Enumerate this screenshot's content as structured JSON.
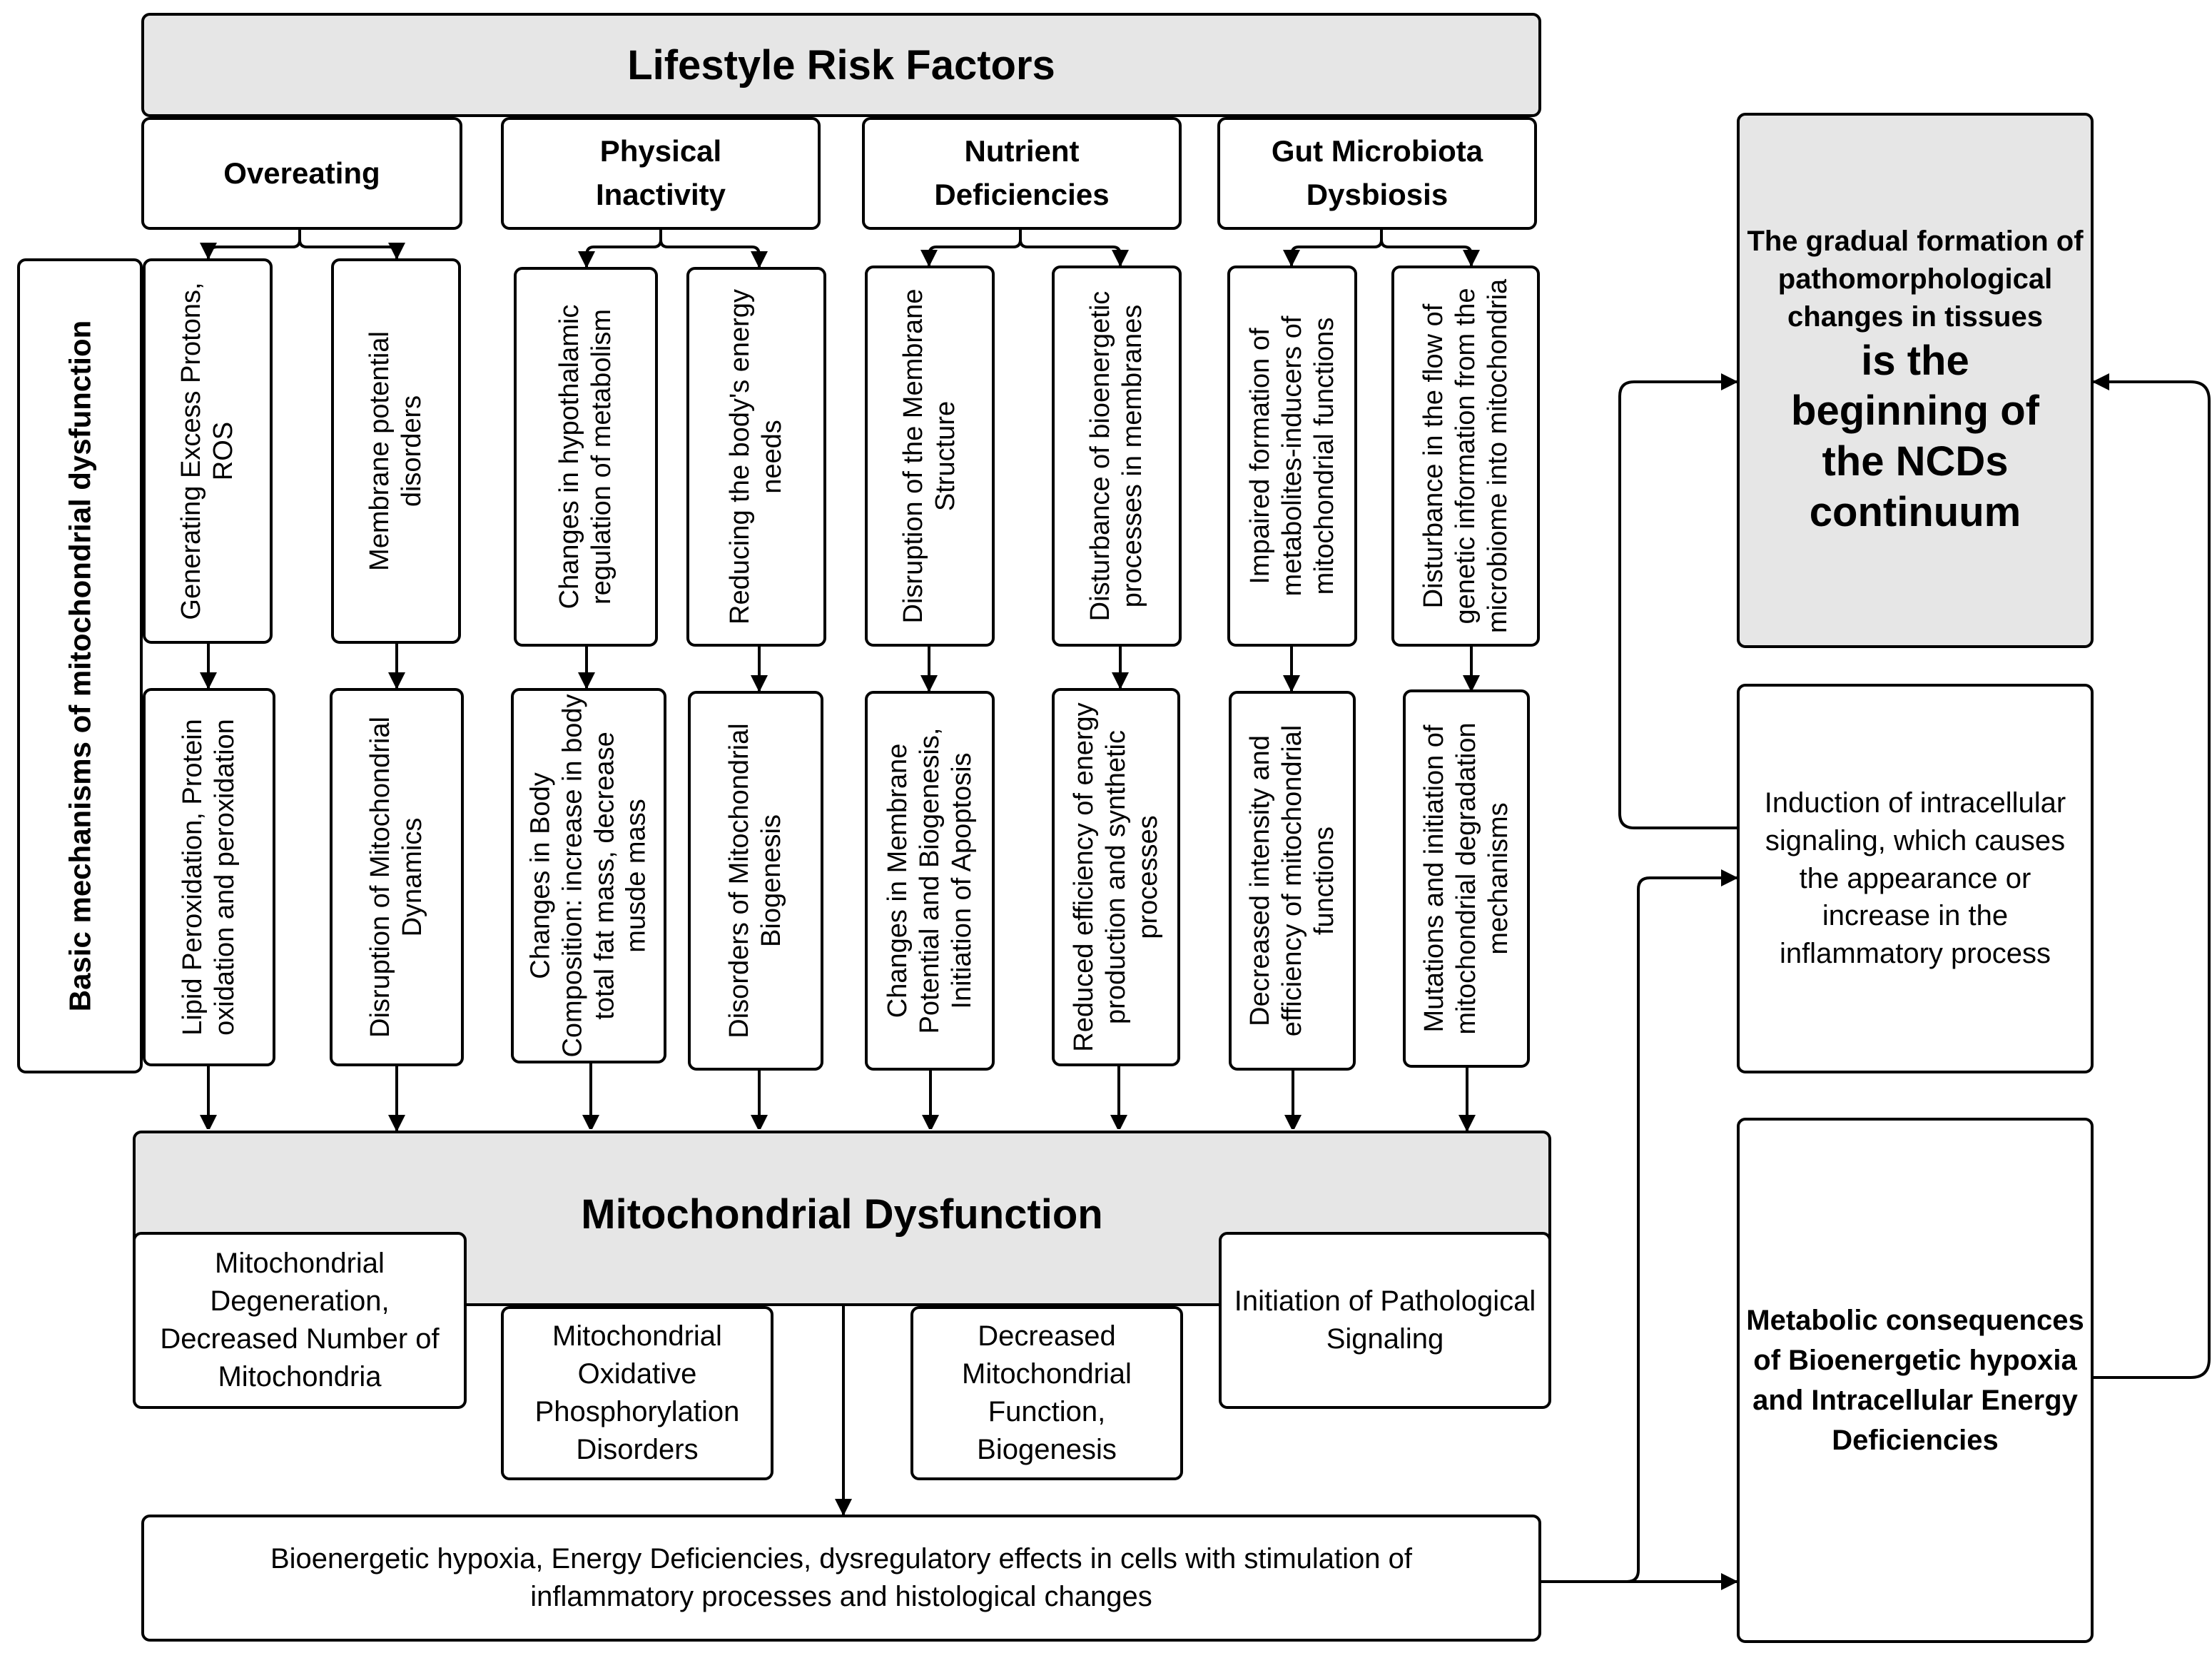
{
  "header": {
    "title": "Lifestyle Risk Factors"
  },
  "side_label": "Basic mechanisms of mitochondrial dysfunction",
  "factors": [
    {
      "name": "Overeating",
      "mechanisms": [
        {
          "upper": "Generating Excess Protons, ROS",
          "lower": "Lipid Peroxidation, Protein oxidation and peroxidation"
        },
        {
          "upper": "Membrane potential disorders",
          "lower": "Disruption of Mitochondrial Dynamics"
        }
      ]
    },
    {
      "name": "Physical Inactivity",
      "mechanisms": [
        {
          "upper": "Changes in hypothalamic regulation of metabolism",
          "lower": "Changes in Body Composition: increase in body total fat mass, decrease musde mass"
        },
        {
          "upper": "Reducing the body's energy needs",
          "lower": "Disorders of Mitochondrial Biogenesis"
        }
      ]
    },
    {
      "name": "Nutrient Deficiencies",
      "mechanisms": [
        {
          "upper": "Disruption of the Membrane Structure",
          "lower": "Changes in Membrane Potential and Biogenesis, Initiation of Apoptosis"
        },
        {
          "upper": "Disturbance of bioenergetic processes in membranes",
          "lower": "Reduced efficiency of energy production and synthetic processes"
        }
      ]
    },
    {
      "name": "Gut Microbiota Dysbiosis",
      "mechanisms": [
        {
          "upper": "Impaired formation of metabolites-inducers of mitochondrial functions",
          "lower": "Decreased intensity and efficiency of mitochondrial functions"
        },
        {
          "upper": "Disturbance in the flow of genetic information from the microbiome into mitochondria",
          "lower": "Mutations and initiation of mitochondrial degradation mechanisms"
        }
      ]
    }
  ],
  "dysfunction": {
    "title": "Mitochondrial Dysfunction",
    "items": [
      "Mitochondrial Degeneration, Decreased Number of Mitochondria",
      "Mitochondrial Oxidative Phosphorylation Disorders",
      "Decreased Mitochondrial Function, Biogenesis",
      "Initiation of Pathological Signaling"
    ]
  },
  "outcome": "Bioenergetic hypoxia, Energy Deficiencies, dysregulatory effects in cells with stimulation of inflammatory processes and histological changes",
  "right": {
    "top_small": "The gradual formation of pathomorphological changes in tissues",
    "top_large": "is the beginning of the NCDs continuum",
    "middle": "Induction of intracellular signaling, which causes the appearance or increase in the inflammatory process",
    "bottom": "Metabolic consequences of Bioenergetic hypoxia and Intracellular Energy Deficiencies"
  },
  "colors": {
    "box_fill_gray": "#e6e6e6",
    "line": "#000000"
  }
}
